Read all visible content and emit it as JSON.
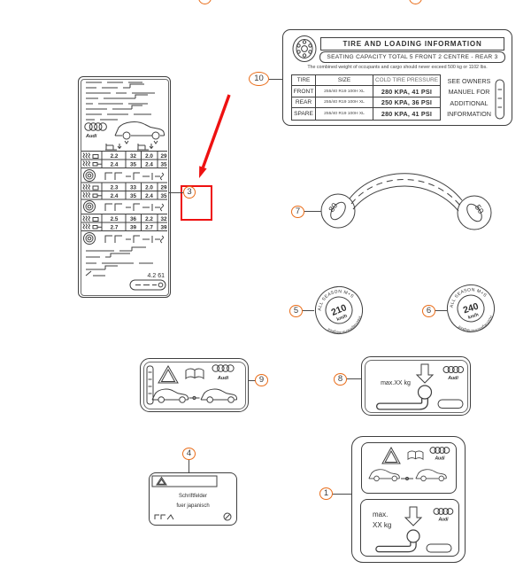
{
  "colors": {
    "callout_outline": "#e96c18",
    "highlight_red": "#ee1111",
    "line_dark": "#3f3f3f"
  },
  "brand": {
    "wordmark": "Audi"
  },
  "callouts": {
    "n1": "1",
    "n3": "3",
    "n4": "4",
    "n5": "5",
    "n6": "6",
    "n7": "7",
    "n8": "8",
    "n9": "9",
    "n10": "10"
  },
  "pressure_label": {
    "groups": [
      {
        "rows": [
          [
            "2.2",
            "32",
            "2.0",
            "29"
          ],
          [
            "2.4",
            "35",
            "2.4",
            "35"
          ]
        ]
      },
      {
        "rows": [
          [
            "2.3",
            "33",
            "2.0",
            "29"
          ],
          [
            "2.4",
            "35",
            "2.4",
            "35"
          ]
        ]
      },
      {
        "rows": [
          [
            "2.5",
            "36",
            "2.2",
            "32"
          ],
          [
            "2.7",
            "39",
            "2.7",
            "39"
          ]
        ]
      }
    ],
    "code": "4.2 61"
  },
  "tli_label": {
    "title": "TIRE AND LOADING INFORMATION",
    "seating": "SEATING CAPACITY TOTAL 5 FRONT 2 CENTRE - REAR 3",
    "note": "The combined weight of occupants and cargo should never exceed 500 kg or 1102 lbs.",
    "table": {
      "headers": [
        "TIRE",
        "SIZE",
        "COLD TIRE PRESSURE"
      ],
      "rows": [
        {
          "tire": "FRONT",
          "size": "255/40 R19 100H XL",
          "pressure": "280 KPA, 41 PSI"
        },
        {
          "tire": "REAR",
          "size": "255/40 R19 100H XL",
          "pressure": "250 KPA, 36 PSI"
        },
        {
          "tire": "SPARE",
          "size": "255/40 R19 100H XL",
          "pressure": "280 KPA, 41 PSI"
        }
      ]
    },
    "side_note": [
      "SEE OWNERS",
      "MANUEL FOR",
      "ADDITIONAL",
      "INFORMATION"
    ]
  },
  "arc_part": {
    "left_mark": "80",
    "right_mark": "50"
  },
  "speed_discs": [
    {
      "arc_top": "ALL SEASON M+S",
      "speed": "210",
      "unit": "km/h",
      "arc_bottom": "Höchstgeschwindigkeit"
    },
    {
      "arc_top": "ALL SEASON M+S",
      "speed": "240",
      "unit": "km/h",
      "arc_bottom": "Höchstgeschwindigkeit"
    }
  ],
  "hitch_label": {
    "max_text": "max.XX kg"
  },
  "japan_label": {
    "line1": "Schriftfelder",
    "line2": "fuer japanisch"
  },
  "combo_label": {
    "max_line1": "max.",
    "max_line2": "XX kg"
  }
}
